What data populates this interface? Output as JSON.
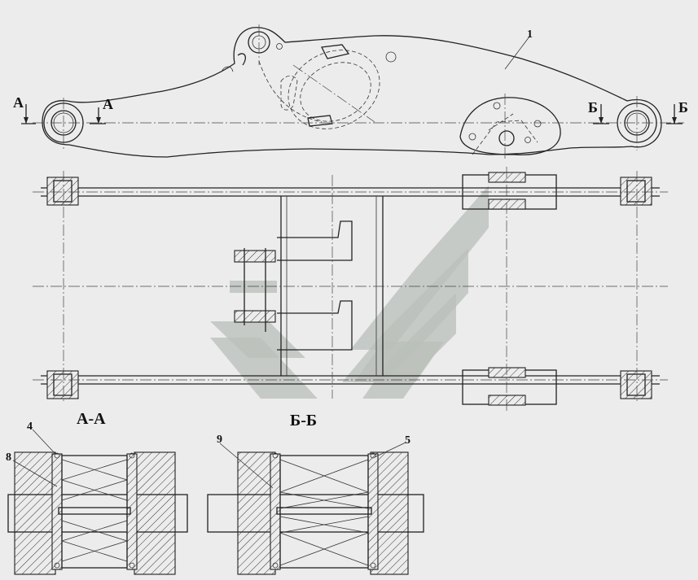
{
  "labels": {
    "part_1": "1",
    "part_4": "4",
    "part_5": "5",
    "part_8": "8",
    "part_9": "9",
    "section_a_left": "А",
    "section_a_right": "А",
    "section_b_left": "Б",
    "section_b_right": "Б",
    "section_a_title": "А-А",
    "section_b_title": "Б-Б"
  },
  "colors": {
    "background": "#ececec",
    "line": "#222222",
    "watermark": "#b9bfb9"
  }
}
